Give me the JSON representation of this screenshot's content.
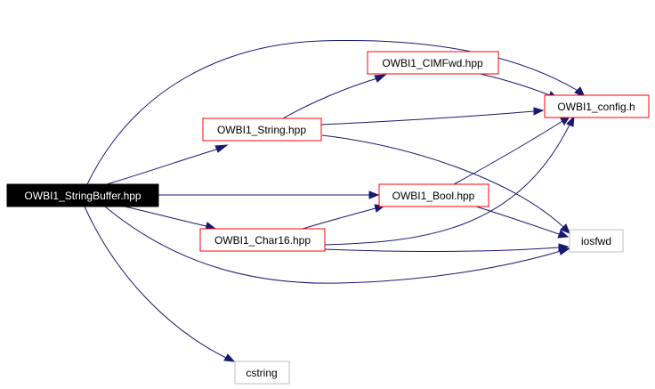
{
  "colors": {
    "edge": "#191970",
    "node_border_red": "#ff0000",
    "node_border_gray": "#bfbfbf",
    "root_fill": "#000000",
    "root_text": "#ffffff",
    "node_text": "#000000"
  },
  "nodes": {
    "root": {
      "label": "OWBI1_StringBuffer.hpp"
    },
    "cimfwd": {
      "label": "OWBI1_CIMFwd.hpp"
    },
    "config": {
      "label": "OWBI1_config.h"
    },
    "string": {
      "label": "OWBI1_String.hpp"
    },
    "bool": {
      "label": "OWBI1_Bool.hpp"
    },
    "char16": {
      "label": "OWBI1_Char16.hpp"
    },
    "iosfwd": {
      "label": "iosfwd"
    },
    "cstring": {
      "label": "cstring"
    }
  }
}
